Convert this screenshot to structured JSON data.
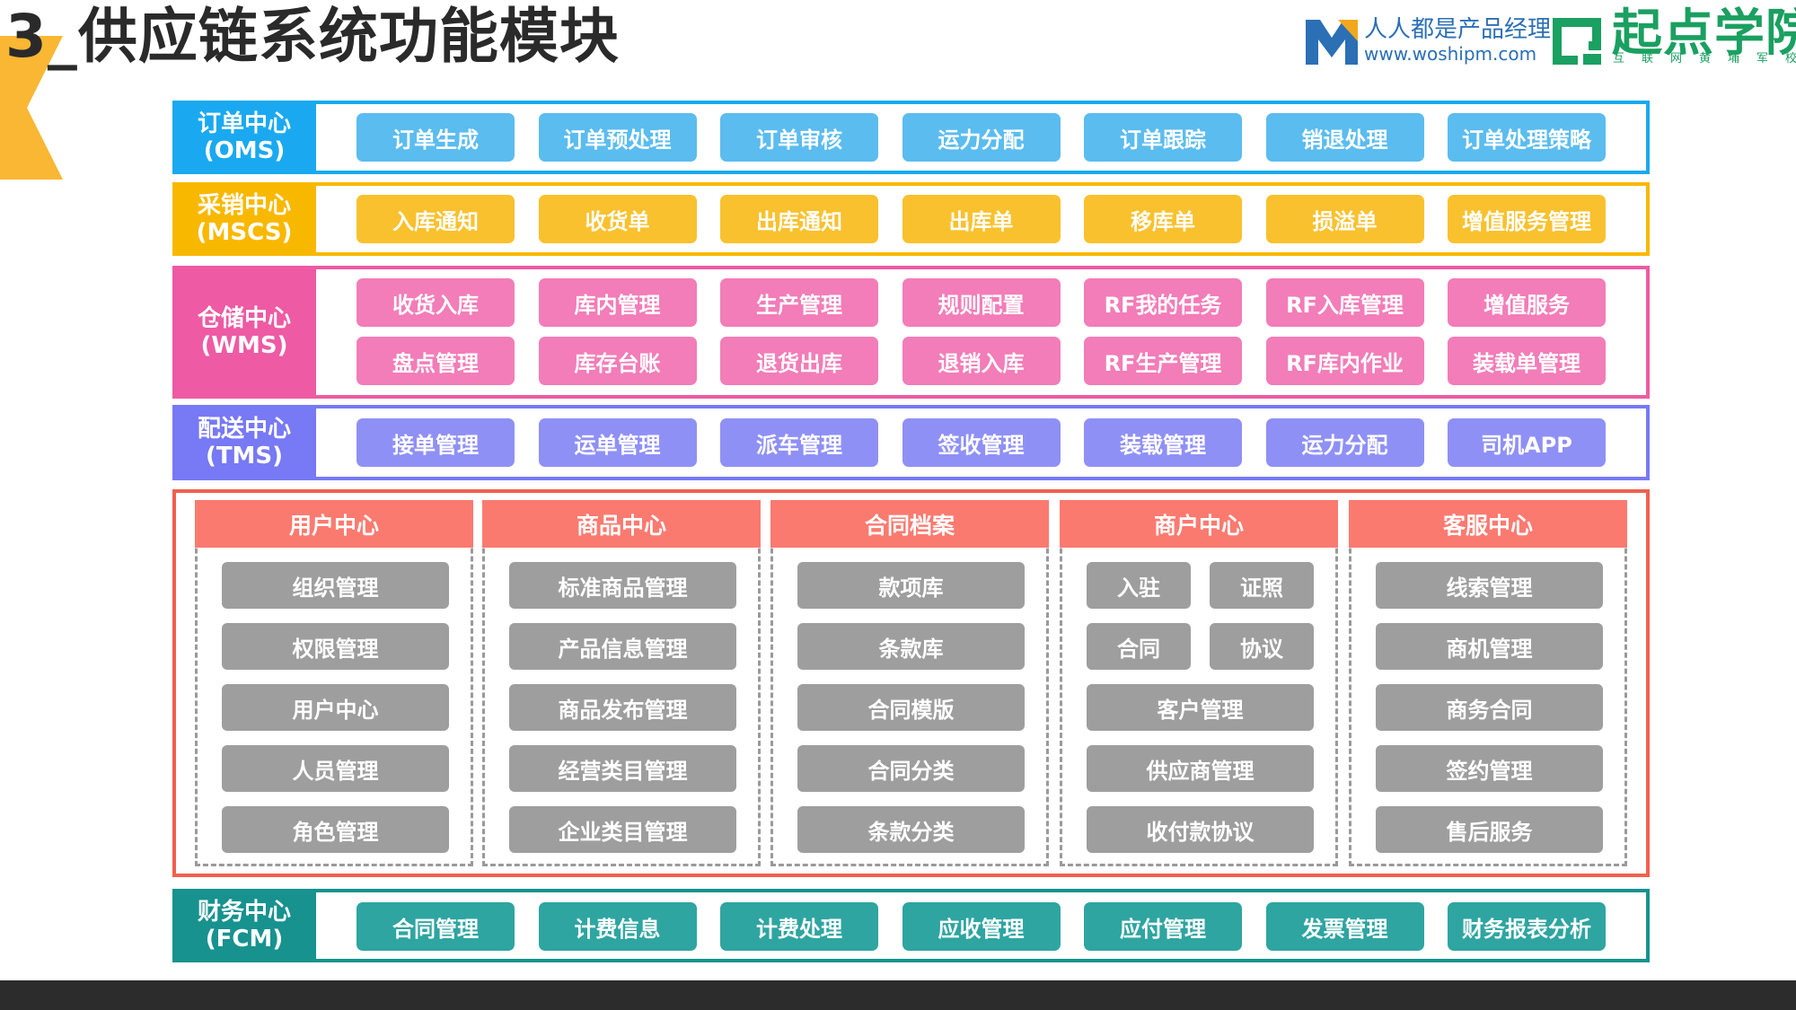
{
  "title": "3_供应链系统功能模块",
  "logos": {
    "woshipm_name": "人人都是产品经理",
    "woshipm_url": "www.woshipm.com",
    "qidian_name": "起点学院",
    "qidian_sub": "互联网黄埔军校"
  },
  "colors": {
    "oms": "#1aa9f0",
    "oms_pill": "#5bbcef",
    "mscs": "#f9b800",
    "mscs_pill": "#f9c12e",
    "wms": "#ee5aa3",
    "wms_pill": "#f27db8",
    "tms": "#7779f5",
    "tms_pill": "#8f90f5",
    "center": "#f0604f",
    "center_header": "#fb7a70",
    "gray_pill": "#9e9e9e",
    "fcm": "#17928f",
    "fcm_pill": "#2ea5a1"
  },
  "modules": {
    "oms": {
      "label_line1": "订单中心",
      "label_line2": "(OMS)",
      "items": [
        "订单生成",
        "订单预处理",
        "订单审核",
        "运力分配",
        "订单跟踪",
        "销退处理",
        "订单处理策略"
      ]
    },
    "mscs": {
      "label_line1": "采销中心",
      "label_line2": "(MSCS)",
      "items": [
        "入库通知",
        "收货单",
        "出库通知",
        "出库单",
        "移库单",
        "损溢单",
        "增值服务管理"
      ]
    },
    "wms": {
      "label_line1": "仓储中心",
      "label_line2": "(WMS)",
      "items_row1": [
        "收货入库",
        "库内管理",
        "生产管理",
        "规则配置",
        "RF我的任务",
        "RF入库管理",
        "增值服务"
      ],
      "items_row2": [
        "盘点管理",
        "库存台账",
        "退货出库",
        "退销入库",
        "RF生产管理",
        "RF库内作业",
        "装载单管理"
      ]
    },
    "tms": {
      "label_line1": "配送中心",
      "label_line2": "(TMS)",
      "items": [
        "接单管理",
        "运单管理",
        "派车管理",
        "签收管理",
        "装载管理",
        "运力分配",
        "司机APP"
      ]
    },
    "center": {
      "columns": [
        {
          "header": "用户中心",
          "items": [
            "组织管理",
            "权限管理",
            "用户中心",
            "人员管理",
            "角色管理"
          ]
        },
        {
          "header": "商品中心",
          "items": [
            "标准商品管理",
            "产品信息管理",
            "商品发布管理",
            "经营类目管理",
            "企业类目管理"
          ]
        },
        {
          "header": "合同档案",
          "items": [
            "款项库",
            "条款库",
            "合同模版",
            "合同分类",
            "条款分类"
          ]
        },
        {
          "header": "商户中心",
          "pairs": [
            [
              "入驻",
              "证照"
            ],
            [
              "合同",
              "协议"
            ]
          ],
          "items": [
            "客户管理",
            "供应商管理",
            "收付款协议"
          ]
        },
        {
          "header": "客服中心",
          "items": [
            "线索管理",
            "商机管理",
            "商务合同",
            "签约管理",
            "售后服务"
          ]
        }
      ]
    },
    "fcm": {
      "label_line1": "财务中心",
      "label_line2": "(FCM)",
      "items": [
        "合同管理",
        "计费信息",
        "计费处理",
        "应收管理",
        "应付管理",
        "发票管理",
        "财务报表分析"
      ]
    }
  }
}
